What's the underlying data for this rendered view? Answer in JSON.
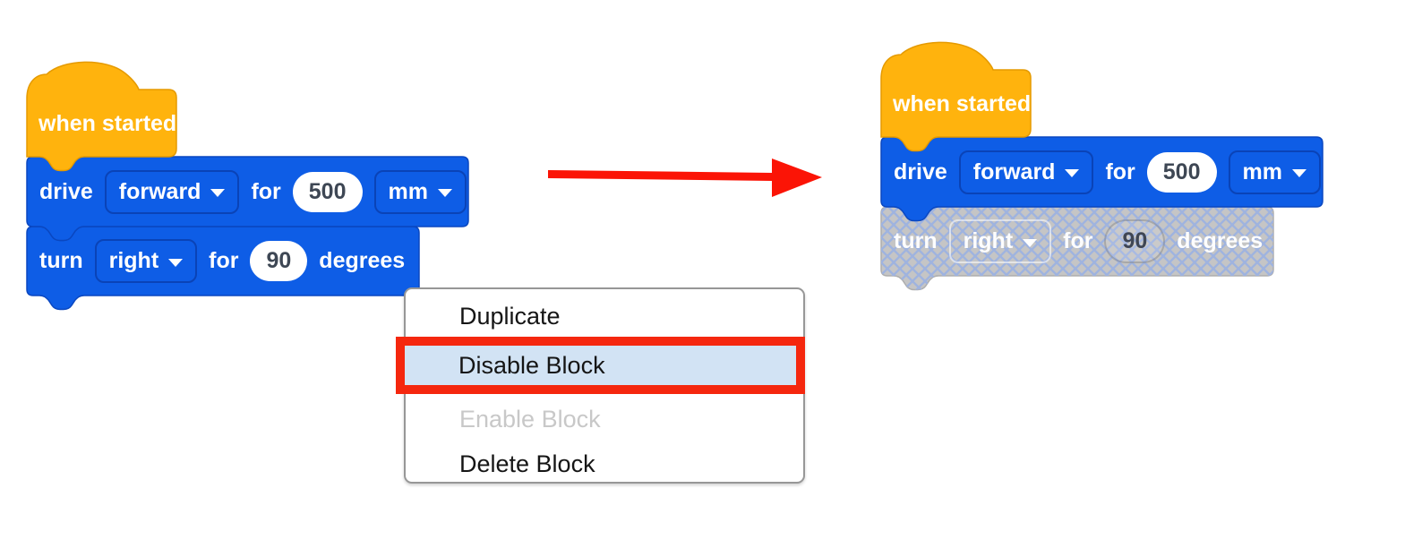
{
  "left_stack": {
    "hat": {
      "label": "when started"
    },
    "drive_block": {
      "verb": "drive",
      "direction": "forward",
      "for_label": "for",
      "distance": "500",
      "unit": "mm"
    },
    "turn_block": {
      "verb": "turn",
      "direction": "right",
      "for_label": "for",
      "angle": "90",
      "unit_label": "degrees"
    }
  },
  "right_stack": {
    "hat": {
      "label": "when started"
    },
    "drive_block": {
      "verb": "drive",
      "direction": "forward",
      "for_label": "for",
      "distance": "500",
      "unit": "mm"
    },
    "turn_block": {
      "verb": "turn",
      "direction": "right",
      "for_label": "for",
      "angle": "90",
      "unit_label": "degrees",
      "state": "disabled"
    }
  },
  "context_menu": {
    "items": [
      {
        "label": "Duplicate",
        "state": "normal"
      },
      {
        "label": "Disable Block",
        "state": "highlighted"
      },
      {
        "label": "Enable Block",
        "state": "disabled"
      },
      {
        "label": "Delete Block",
        "state": "normal"
      }
    ]
  },
  "colors": {
    "block_blue": "#0E5DE6",
    "block_blue_border": "#0A47C0",
    "hat_orange": "#FFB30D",
    "hat_orange_border": "#E59A00",
    "disabled_gray": "#C5C5C5",
    "hatch_line": "#9FB3DF",
    "menu_highlight_blue": "#D2E3F4",
    "annotation_red": "#F5270E",
    "arrow_red": "#FB1406",
    "value_text": "#3E4754"
  }
}
